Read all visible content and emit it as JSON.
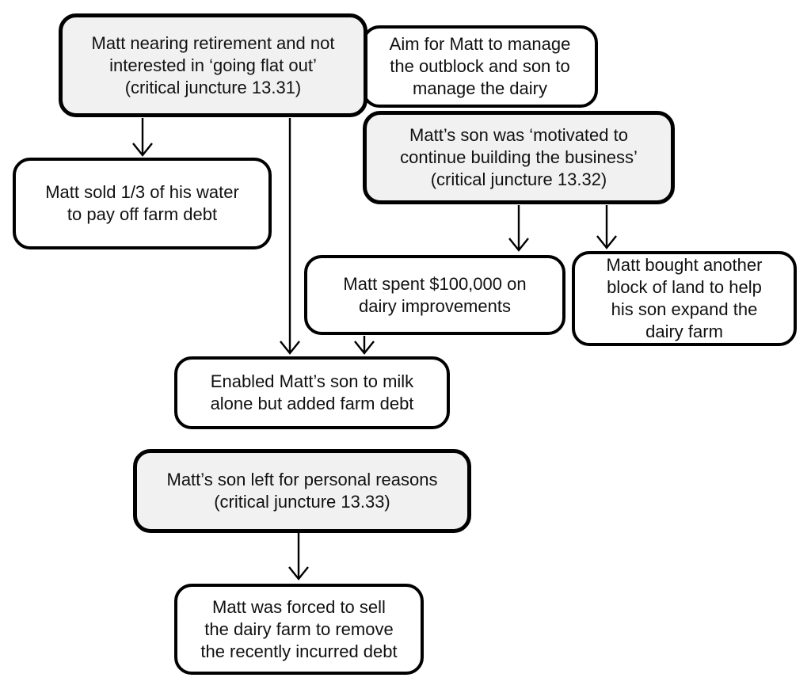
{
  "diagram": {
    "type": "flowchart",
    "colors": {
      "node_fill": "#ffffff",
      "highlight_fill": "#f1f1f1",
      "border": "#000000",
      "text": "#111111",
      "background": "#ffffff"
    },
    "nodes": [
      {
        "id": "n1",
        "variant": "highlight",
        "text": "Matt nearing retirement and not\ninterested in ‘going flat out’\n(critical juncture 13.31)"
      },
      {
        "id": "n2",
        "variant": "plain",
        "text": "Aim for Matt to manage\nthe outblock and son to\nmanage the dairy"
      },
      {
        "id": "n3",
        "variant": "highlight",
        "text": "Matt’s son was ‘motivated to\ncontinue building the business’\n(critical juncture 13.32)"
      },
      {
        "id": "n4",
        "variant": "plain",
        "text": "Matt sold 1/3 of his water\nto pay off farm debt"
      },
      {
        "id": "n5",
        "variant": "plain",
        "text": "Matt spent $100,000 on\ndairy improvements"
      },
      {
        "id": "n6",
        "variant": "plain",
        "text": "Matt bought another\nblock of land to help\nhis son expand the\ndairy farm"
      },
      {
        "id": "n7",
        "variant": "plain",
        "text": "Enabled Matt’s son to milk\nalone but added farm debt"
      },
      {
        "id": "n8",
        "variant": "highlight",
        "text": "Matt’s son left for personal reasons\n(critical juncture 13.33)"
      },
      {
        "id": "n9",
        "variant": "plain",
        "text": "Matt was forced to sell\nthe dairy farm to remove\nthe recently incurred debt"
      }
    ],
    "edges": [
      {
        "from": "n1",
        "to": "n4"
      },
      {
        "from": "n1",
        "to": "n7"
      },
      {
        "from": "n3",
        "to": "n5"
      },
      {
        "from": "n3",
        "to": "n6"
      },
      {
        "from": "n5",
        "to": "n7"
      },
      {
        "from": "n8",
        "to": "n9"
      }
    ]
  }
}
